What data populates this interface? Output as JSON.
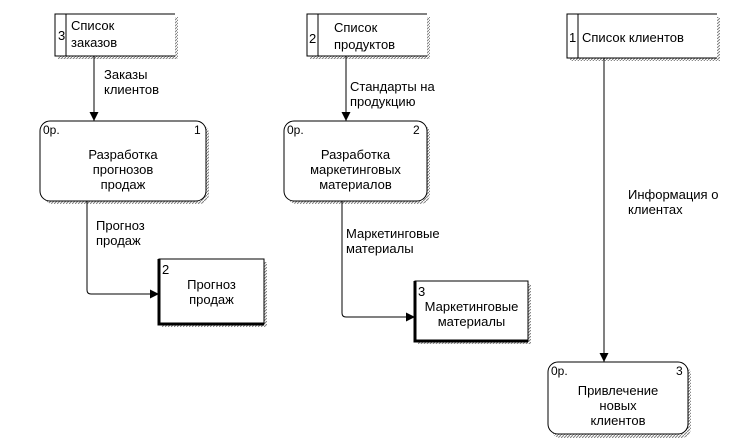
{
  "stores": [
    {
      "number": "3",
      "label": [
        "Список",
        "заказов"
      ]
    },
    {
      "number": "2",
      "label": [
        "Список",
        "продуктов"
      ]
    },
    {
      "number": "1",
      "label": [
        "Список клиентов"
      ]
    }
  ],
  "processes": [
    {
      "tag": "0р.",
      "number": "1",
      "label": [
        "Разработка",
        "прогнозов",
        "продаж"
      ]
    },
    {
      "tag": "0р.",
      "number": "2",
      "label": [
        "Разработка",
        "маркетинговых",
        "материалов"
      ]
    },
    {
      "tag": "0р.",
      "number": "3",
      "label": [
        "Привлечение",
        "новых",
        "клиентов"
      ]
    }
  ],
  "outputs": [
    {
      "number": "2",
      "label": [
        "Прогноз",
        "продаж"
      ]
    },
    {
      "number": "3",
      "label": [
        "Маркетинговые",
        "материалы"
      ]
    }
  ],
  "flows": [
    {
      "label": [
        "Заказы",
        "клиентов"
      ]
    },
    {
      "label": [
        "Стандарты на",
        "продукцию"
      ]
    },
    {
      "label": [
        "Информация о",
        "клиентах"
      ]
    },
    {
      "label": [
        "Прогноз",
        "продаж"
      ]
    },
    {
      "label": [
        "Маркетинговые",
        "материалы"
      ]
    }
  ]
}
